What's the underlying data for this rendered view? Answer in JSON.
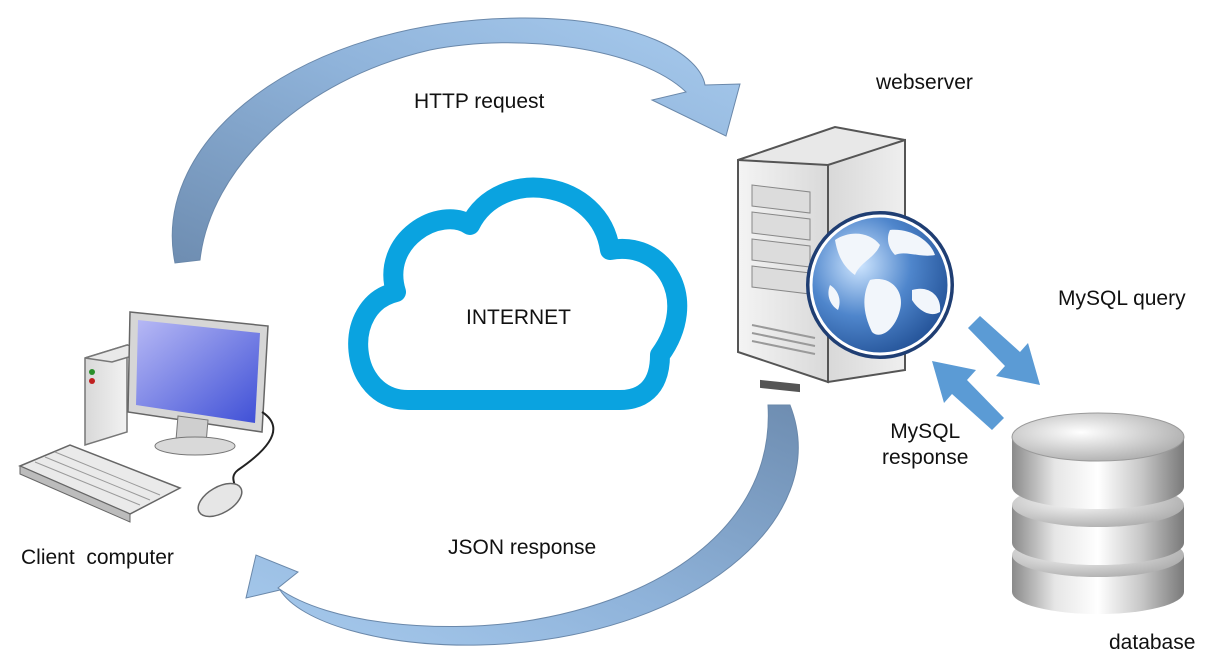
{
  "labels": {
    "http_request": "HTTP request",
    "webserver": "webserver",
    "internet": "INTERNET",
    "mysql_query": "MySQL query",
    "mysql_response_line1": "MySQL",
    "mysql_response_line2": "response",
    "json_response": "JSON response",
    "client_computer": "Client  computer",
    "database": "database"
  },
  "nodes": [
    {
      "id": "client",
      "icon": "desktop-computer-icon"
    },
    {
      "id": "internet",
      "icon": "cloud-icon"
    },
    {
      "id": "webserver",
      "icon": "server-globe-icon"
    },
    {
      "id": "database",
      "icon": "database-cylinder-icon"
    }
  ],
  "edges": [
    {
      "from": "client",
      "to": "webserver",
      "label": "HTTP request"
    },
    {
      "from": "webserver",
      "to": "client",
      "label": "JSON response"
    },
    {
      "from": "webserver",
      "to": "database",
      "label": "MySQL query"
    },
    {
      "from": "database",
      "to": "webserver",
      "label": "MySQL response"
    }
  ],
  "colors": {
    "arrow_dark": "#6f8fb3",
    "arrow_light": "#a3c6ea",
    "cloud": "#0aa3e0",
    "small_arrow": "#5b9bd5",
    "text": "#111111"
  }
}
